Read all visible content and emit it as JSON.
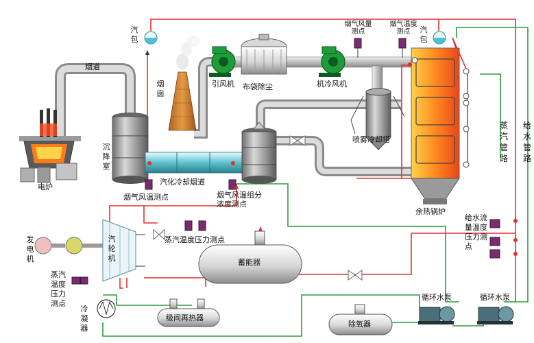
{
  "labels": {
    "drum_left": "汽包",
    "flue": "烟道",
    "chimney": "烟囱",
    "electric_furnace": "电炉",
    "settling_chamber": "沉降室",
    "induced_fan": "引风机",
    "baghouse": "布袋除尘",
    "cooling_fan": "机冷风机",
    "flow_point": "烟气风量测点",
    "temp_point_top": "烟气温度测点",
    "drum_right": "汽包",
    "spray_tower": "喷雾冷却塔",
    "steam_pipe": "蒸汽管路",
    "feed_pipe": "给水管路",
    "vapor_cooling_flue": "汽化冷却烟道",
    "flue_temp_point": "烟气风温测点",
    "flue_comp_point": "烟气风温组分浓度测点",
    "waste_heat_boiler": "余热锅炉",
    "generator": "发电机",
    "turbine": "汽轮机",
    "steam_tp_point": "蒸汽温度压力测点",
    "accumulator": "蓄能器",
    "feed_water_points": "给水流量温度压力测点",
    "steam_tp_left": "蒸汽温度压力测点",
    "condenser": "冷凝器",
    "reheater": "级间再热器",
    "deaerator": "除氧器",
    "pump1": "循环水泵",
    "pump2": "循环水泵"
  },
  "colors": {
    "steam_line": "#e03030",
    "water_line": "#2e9a3c",
    "flue_pipe": "#c8c8c8",
    "sensor": "#7a2d6e"
  }
}
